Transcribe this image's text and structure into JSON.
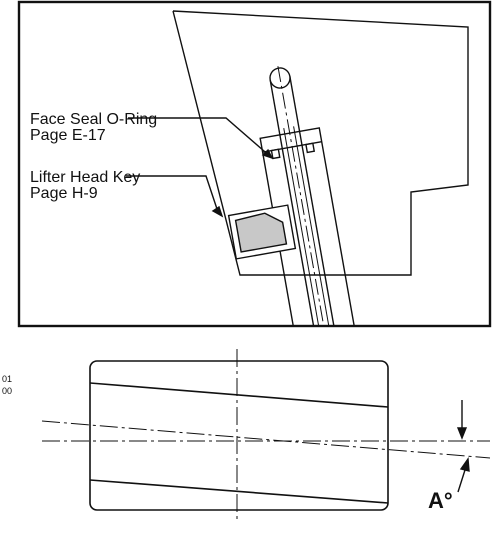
{
  "callouts": {
    "face_seal": {
      "line1": "Face Seal O-Ring",
      "line2": "Page E-17"
    },
    "lifter_key": {
      "line1": "Lifter Head Key",
      "line2": "Page H-9"
    }
  },
  "margin_text": {
    "line1": "01",
    "line2": "00"
  },
  "angle_label": "A°",
  "colors": {
    "line": "#111111",
    "key_fill": "#c8c8c8",
    "background": "#ffffff"
  }
}
